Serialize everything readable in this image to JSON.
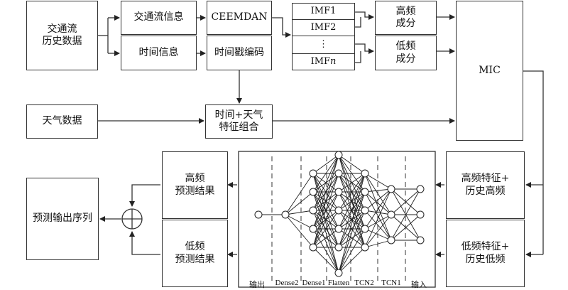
{
  "boxes": {
    "traffic_history": "交通流\n历史数据",
    "traffic_info": "交通流信息",
    "time_info": "时间信息",
    "ceemdan": "CEEMDAN",
    "timestamp_encoding": "时间戳编码",
    "imf1": "IMF1",
    "imf2": "IMF2",
    "imf_dots": "⋮",
    "imfn_prefix": "IMF",
    "imfn_suffix": "n",
    "high_freq": "高频\n成分",
    "low_freq": "低频\n成分",
    "mic": "MIC",
    "weather_data": "天气数据",
    "time_weather_features": "时间+天气\n特征组合",
    "high_features": "高频特征+\n历史高频",
    "low_features": "低频特征+\n历史低频",
    "high_result": "高频\n预测结果",
    "low_result": "低频\n预测结果",
    "output_sequence": "预测输出序列"
  },
  "network_layers": [
    "输出",
    "Dense2",
    "Dense1",
    "Flatten",
    "TCN2",
    "TCN1",
    "输入"
  ]
}
